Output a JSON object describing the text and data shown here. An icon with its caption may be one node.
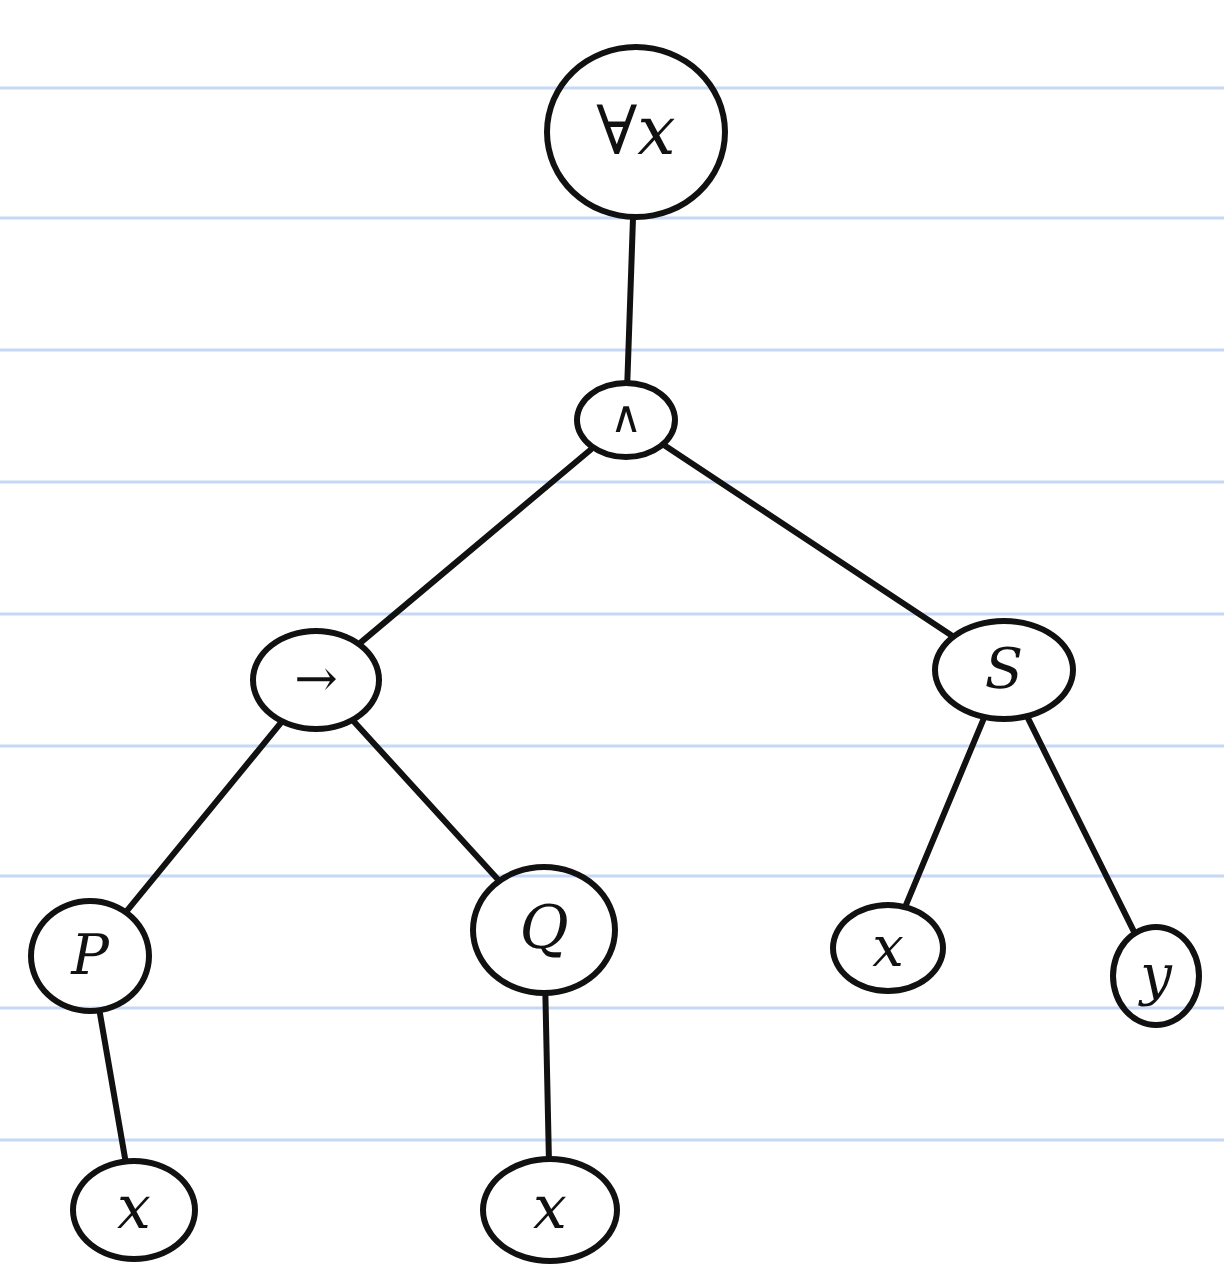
{
  "diagram": {
    "nodes": [
      {
        "text": [
          "∀x"
        ]
      },
      {
        "text": [
          "∧"
        ]
      },
      {
        "text": [
          "→"
        ]
      },
      {
        "text": [
          "S"
        ]
      },
      {
        "text": [
          "P"
        ]
      },
      {
        "text": [
          "Q"
        ]
      },
      {
        "text": [
          "x"
        ]
      },
      {
        "text": [
          "y"
        ]
      },
      {
        "text": [
          "x"
        ]
      },
      {
        "text": [
          "x"
        ]
      }
    ],
    "edges": [
      {
        "from": 0,
        "to": 1,
        "arrow": "none"
      },
      {
        "from": 1,
        "to": 2,
        "arrow": "none"
      },
      {
        "from": 1,
        "to": 3,
        "arrow": "none"
      },
      {
        "from": 2,
        "to": 4,
        "arrow": "none"
      },
      {
        "from": 2,
        "to": 5,
        "arrow": "none"
      },
      {
        "from": 3,
        "to": 6,
        "arrow": "none"
      },
      {
        "from": 3,
        "to": 7,
        "arrow": "none"
      },
      {
        "from": 4,
        "to": 8,
        "arrow": "none"
      },
      {
        "from": 5,
        "to": 9,
        "arrow": "none"
      }
    ]
  }
}
